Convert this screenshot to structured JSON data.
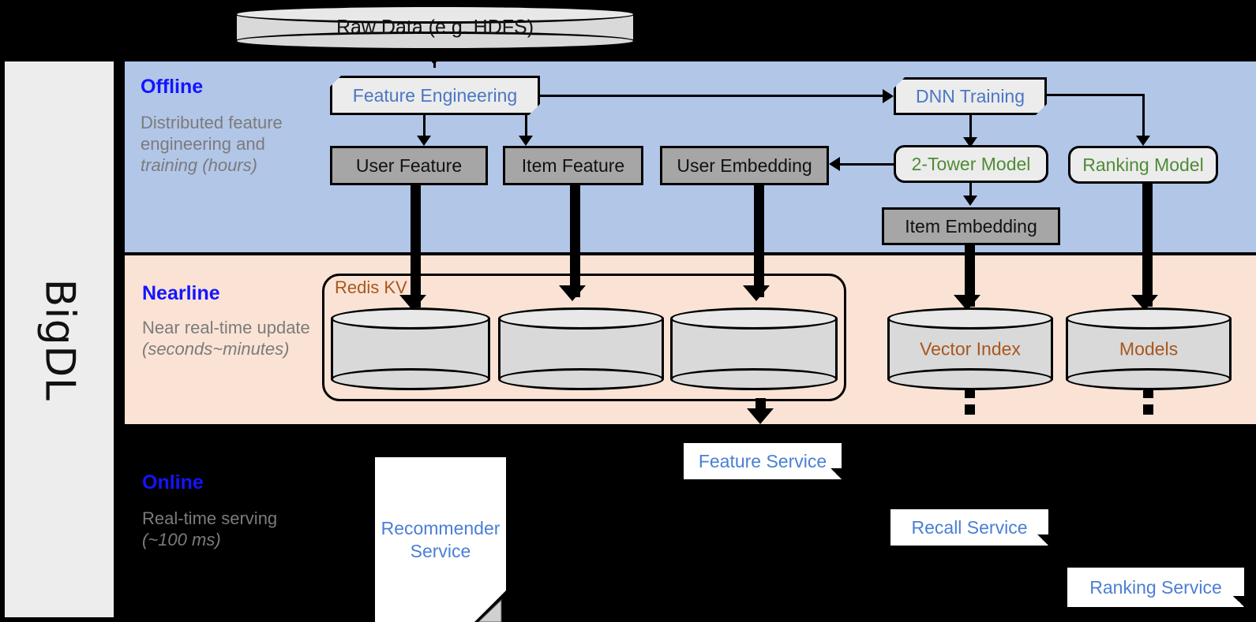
{
  "framework": {
    "name": "BigDL"
  },
  "source": {
    "label": "Raw Data (e.g. HDFS)"
  },
  "bands": {
    "offline": {
      "title": "Offline",
      "subtitle": "Distributed feature engineering and ",
      "subtitle_em": "training (hours)",
      "bg": "#b2c6e8"
    },
    "nearline": {
      "title": "Nearline",
      "subtitle": "Near real-time update ",
      "subtitle_em": "(seconds~minutes)",
      "bg": "#fae3d5"
    },
    "online": {
      "title": "Online",
      "subtitle": "Real-time serving ",
      "subtitle_em": "(~100 ms)",
      "bg": "#000000"
    }
  },
  "offline": {
    "processes": [
      {
        "label": "Feature Engineering",
        "color": "#4a77c4"
      },
      {
        "label": "DNN Training",
        "color": "#4a77c4"
      }
    ],
    "models": [
      {
        "label": "2-Tower Model",
        "color": "#4f8b36"
      },
      {
        "label": "Ranking Model",
        "color": "#4f8b36"
      }
    ],
    "artifacts": [
      {
        "label": "User Feature"
      },
      {
        "label": "Item Feature"
      },
      {
        "label": "User Embedding"
      },
      {
        "label": "Item Embedding"
      }
    ]
  },
  "nearline": {
    "store": {
      "label": "Redis KV",
      "color": "#a9561d"
    },
    "kv_cylinders": [
      {
        "label": ""
      },
      {
        "label": ""
      },
      {
        "label": ""
      }
    ],
    "stores": [
      {
        "label": "Vector Index",
        "color": "#a9561d"
      },
      {
        "label": "Models",
        "color": "#a9561d"
      }
    ]
  },
  "online": {
    "services": [
      {
        "label": "Recommender Service",
        "color": "#4a7fd4"
      },
      {
        "label": "Feature Service",
        "color": "#4a7fd4"
      },
      {
        "label": "Recall Service",
        "color": "#4a7fd4"
      },
      {
        "label": "Ranking Service",
        "color": "#4a7fd4"
      }
    ]
  },
  "palette": {
    "offline_bg": "#b2c6e8",
    "nearline_bg": "#fae3d5",
    "online_bg": "#000000",
    "rail_bg": "#ededed",
    "grey_node": "#a6a6a6",
    "light_node": "#ececec",
    "band_title": "#1414ff",
    "band_sub": "#7b7b7b",
    "accent_blue": "#4a77c4",
    "accent_green": "#4f8b36",
    "accent_brown": "#a9561d"
  }
}
